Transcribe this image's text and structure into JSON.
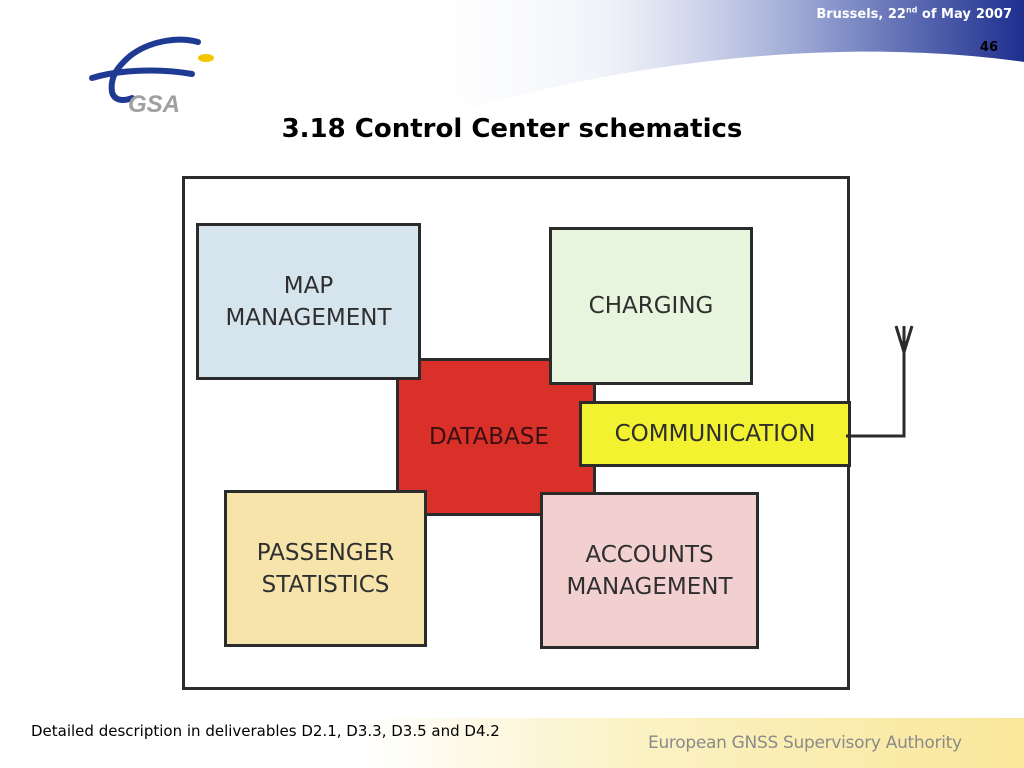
{
  "header": {
    "date_prefix": "Brussels, 22",
    "date_ordinal": "nd",
    "date_suffix": " of May",
    "date_year": "2007",
    "page_number": "46"
  },
  "logo": {
    "text": "GSA"
  },
  "title": "3.18 Control Center schematics",
  "diagram": {
    "blocks": [
      {
        "id": "map-management",
        "label": "MAP\nMANAGEMENT",
        "fill": "#d6e4ee"
      },
      {
        "id": "charging",
        "label": "CHARGING",
        "fill": "#e7f4de"
      },
      {
        "id": "database",
        "label": "DATABASE",
        "fill": "#d9312a"
      },
      {
        "id": "communication",
        "label": "COMMUNICATION",
        "fill": "#f2f230"
      },
      {
        "id": "passenger-statistics",
        "label": "PASSENGER\nSTATISTICS",
        "fill": "#f6e4aa"
      },
      {
        "id": "accounts-management",
        "label": "ACCOUNTS\nMANAGEMENT",
        "fill": "#f3d0d0"
      }
    ],
    "connection": "communication-to-antenna",
    "antenna_icon": "antenna-icon"
  },
  "footer": {
    "note": "Detailed description in deliverables D2.1, D3.3, D3.5 and D4.2",
    "agency": "European GNSS Supervisory Authority"
  },
  "colors": {
    "header_blue": "#1e2f8f",
    "logo_blue": "#1f3a93",
    "logo_yellow": "#f3c400",
    "logo_gray": "#a0a0a0"
  }
}
